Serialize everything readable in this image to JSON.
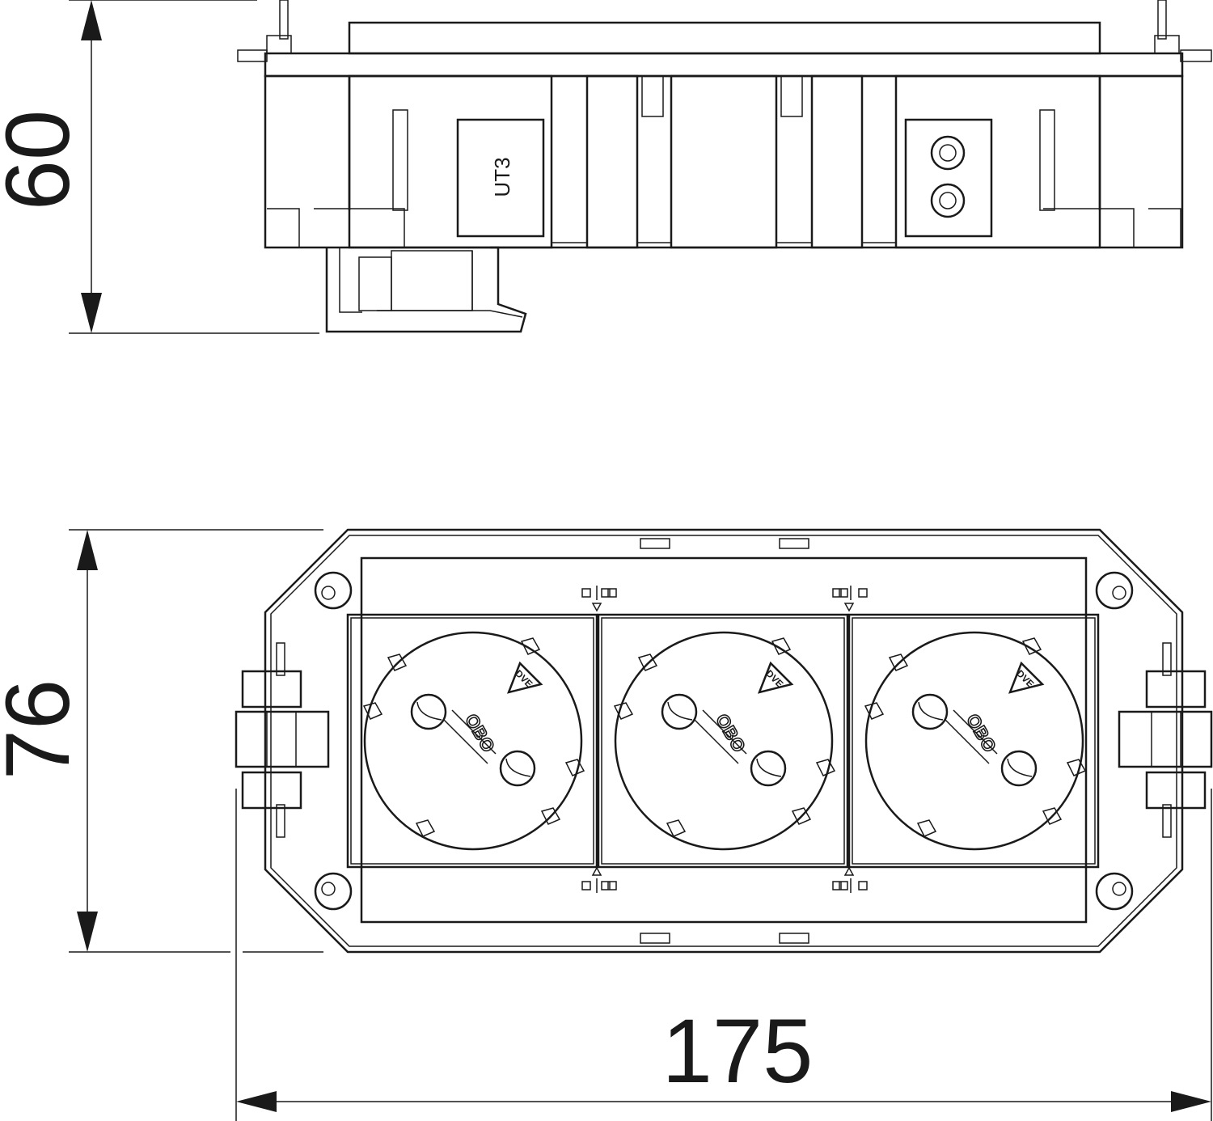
{
  "drawing": {
    "dimensions": {
      "height_side_view": "60",
      "depth_top_view": "76",
      "width": "175"
    },
    "side_view": {
      "module_label": "UT3"
    },
    "top_view": {
      "socket_count": 3,
      "socket_brand": "OBO",
      "socket_mark": "DVE"
    }
  }
}
